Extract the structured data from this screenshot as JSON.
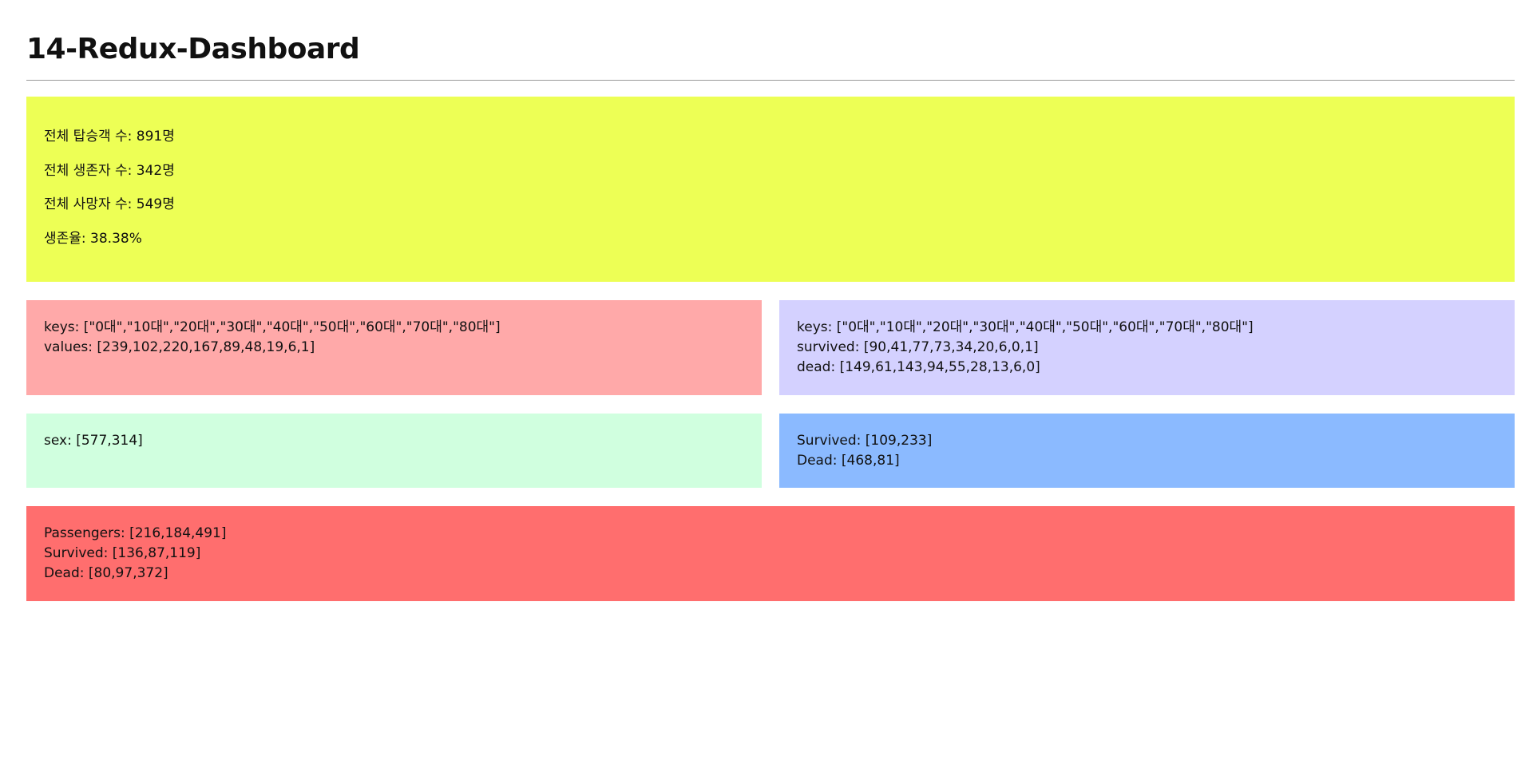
{
  "page": {
    "title": "14-Redux-Dashboard"
  },
  "summary": {
    "total_passengers": "전체 탑승객 수: 891명",
    "total_survived": "전체 생존자 수: 342명",
    "total_dead": "전체 사망자 수: 549명",
    "survival_rate": "생존율: 38.38%",
    "color": "#edff55"
  },
  "age_distribution": {
    "keys_line": "keys: [\"0대\",\"10대\",\"20대\",\"30대\",\"40대\",\"50대\",\"60대\",\"70대\",\"80대\"]",
    "values_line": "values: [239,102,220,167,89,48,19,6,1]",
    "color": "#ffa9a9"
  },
  "age_survival": {
    "keys_line": "keys: [\"0대\",\"10대\",\"20대\",\"30대\",\"40대\",\"50대\",\"60대\",\"70대\",\"80대\"]",
    "survived_line": "survived: [90,41,77,73,34,20,6,0,1]",
    "dead_line": "dead: [149,61,143,94,55,28,13,6,0]",
    "color": "#d4d1ff"
  },
  "sex_distribution": {
    "sex_line": "sex: [577,314]",
    "color": "#d0ffdf"
  },
  "sex_survival": {
    "survived_line": "Survived: [109,233]",
    "dead_line": "Dead: [468,81]",
    "color": "#8bbaff"
  },
  "class_stats": {
    "passengers_line": "Passengers: [216,184,491]",
    "survived_line": "Survived: [136,87,119]",
    "dead_line": "Dead: [80,97,372]",
    "color": "#ff6e6e"
  }
}
